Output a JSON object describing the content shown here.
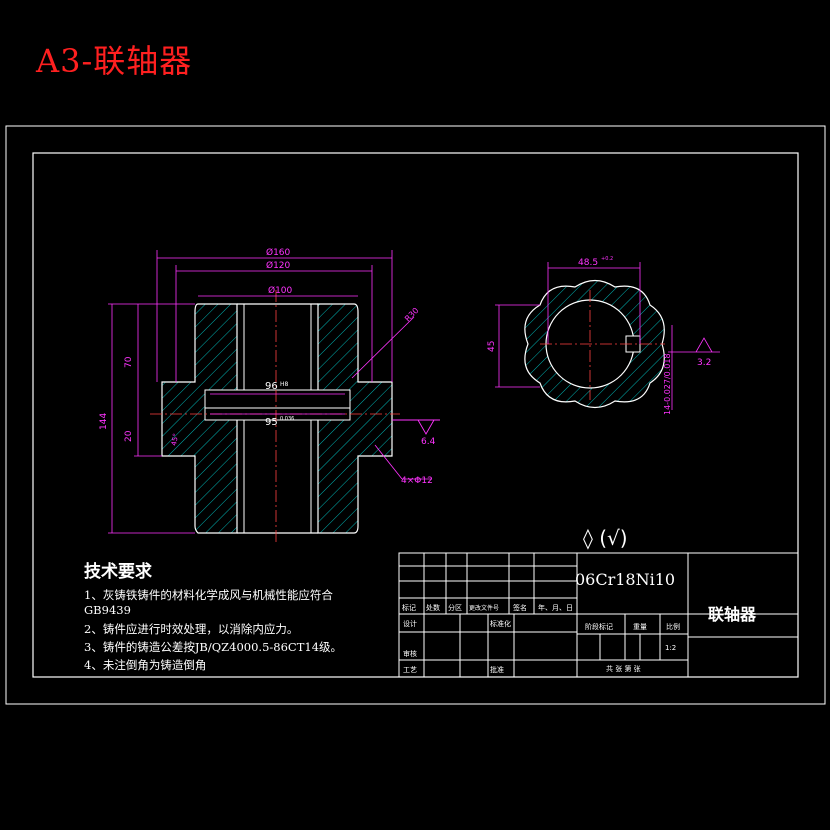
{
  "sheet": {
    "title": "A3-联轴器"
  },
  "dimensions": {
    "d160": "Ø160",
    "d120": "Ø120",
    "d100": "Ø100",
    "d96": "96",
    "d96_tol": "H8",
    "d95": "95",
    "d95_tol": "0.036",
    "r30": "R30",
    "len70": "70",
    "len144": "144",
    "len20": "20",
    "ang45": "45°",
    "holes": "4×Φ12",
    "rough_left": "6.4",
    "width48": "48.5",
    "width48_tol": "+0.2",
    "height45": "45",
    "keyway": "14-0.027/0.018",
    "rough_right": "3.2"
  },
  "roughness_symbol": "◊ (√)",
  "tech_req": {
    "heading": "技术要求",
    "lines": [
      "1、灰铸铁铸件的材料化学成风与机械性能应符合",
      "GB9439",
      "2、铸件应进行时效处理，以消除内应力。",
      "3、铸件的铸造公差按JB/QZ4000.5-86CT14级。",
      "4、未注倒角为铸造倒角"
    ]
  },
  "title_block": {
    "material": "06Cr18Ni10",
    "part_name": "联轴器",
    "h_mark": "标记",
    "h_count": "处数",
    "h_zone": "分区",
    "h_doc": "更改文件号",
    "h_sign": "签名",
    "h_date": "年、月、日",
    "design": "设计",
    "standard": "标准化",
    "stage": "阶段标记",
    "weight": "重量",
    "scale": "比例",
    "scale_val": "1:2",
    "check": "审核",
    "process": "工艺",
    "approve": "批准",
    "sheets": "共 张 第 张"
  },
  "colors": {
    "title": "#ff2020",
    "dim": "#ff33ff",
    "hatch": "#00e0e0",
    "center": "#ff4040",
    "outline": "#ffffff"
  }
}
